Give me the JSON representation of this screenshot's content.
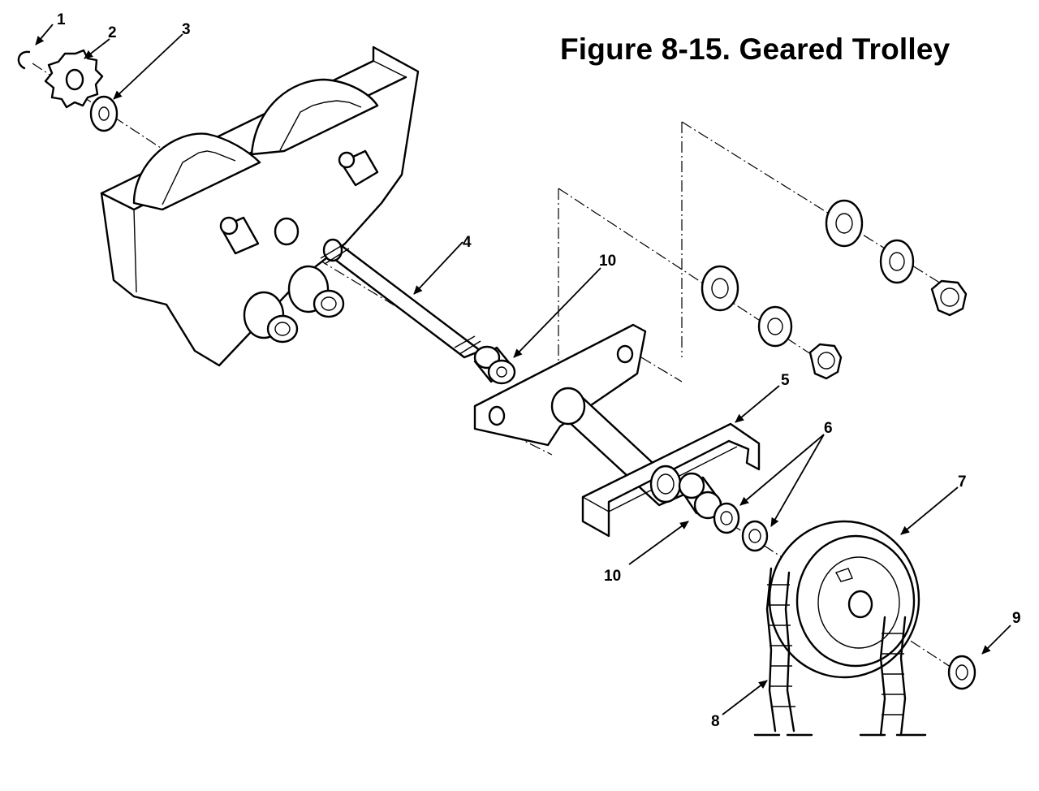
{
  "figure": {
    "title": "Figure 8-15. Geared Trolley"
  },
  "callouts": [
    {
      "id": "c1",
      "label": "1"
    },
    {
      "id": "c2",
      "label": "2"
    },
    {
      "id": "c3",
      "label": "3"
    },
    {
      "id": "c4",
      "label": "4"
    },
    {
      "id": "c5",
      "label": "5"
    },
    {
      "id": "c6",
      "label": "6"
    },
    {
      "id": "c7",
      "label": "7"
    },
    {
      "id": "c8",
      "label": "8"
    },
    {
      "id": "c9",
      "label": "9"
    },
    {
      "id": "c10a",
      "label": "10"
    },
    {
      "id": "c10b",
      "label": "10"
    }
  ]
}
